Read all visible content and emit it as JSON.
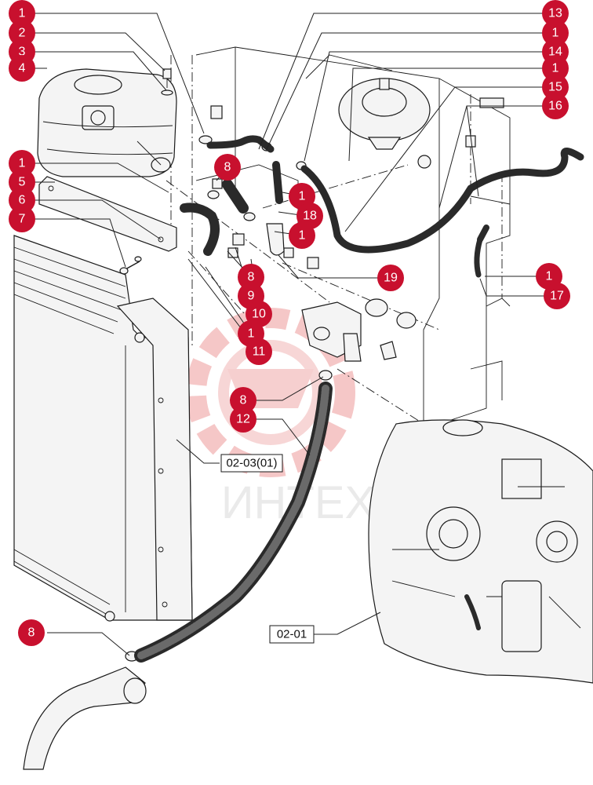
{
  "colors": {
    "callout_fill": "#c8102e",
    "callout_text": "#ffffff",
    "watermark": "#e8a0a0",
    "line": "#1a1a1a"
  },
  "watermark": {
    "text": "ИНТЕХ",
    "icon": "gear-logo-icon"
  },
  "references": [
    {
      "id": "ref-02-03",
      "label": "02-03(01)"
    },
    {
      "id": "ref-02-01",
      "label": "02-01"
    }
  ],
  "callouts": [
    {
      "label": "1"
    },
    {
      "label": "2"
    },
    {
      "label": "3"
    },
    {
      "label": "4"
    },
    {
      "label": "1"
    },
    {
      "label": "5"
    },
    {
      "label": "6"
    },
    {
      "label": "7"
    },
    {
      "label": "8"
    },
    {
      "label": "1"
    },
    {
      "label": "18"
    },
    {
      "label": "1"
    },
    {
      "label": "8"
    },
    {
      "label": "9"
    },
    {
      "label": "10"
    },
    {
      "label": "1"
    },
    {
      "label": "11"
    },
    {
      "label": "13"
    },
    {
      "label": "1"
    },
    {
      "label": "14"
    },
    {
      "label": "1"
    },
    {
      "label": "15"
    },
    {
      "label": "16"
    },
    {
      "label": "19"
    },
    {
      "label": "1"
    },
    {
      "label": "17"
    },
    {
      "label": "8"
    },
    {
      "label": "12"
    },
    {
      "label": "8"
    }
  ]
}
